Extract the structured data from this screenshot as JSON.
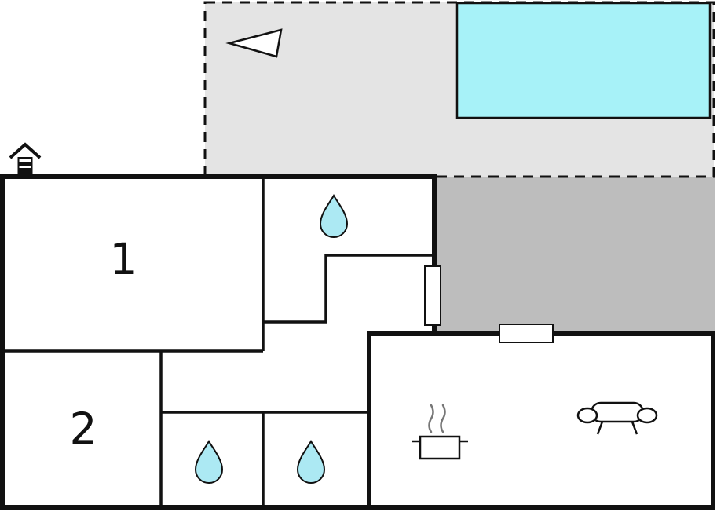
{
  "rooms": [
    {
      "label": "1",
      "name": "room-1"
    },
    {
      "label": "2",
      "name": "room-2"
    }
  ],
  "colors": {
    "pool": "#a7f2f8",
    "drop": "#ace9f3",
    "terrace_light": "#e4e4e4",
    "terrace_dark": "#bdbdbd",
    "wall": "#111111",
    "background": "#ffffff",
    "steam": "#777777"
  },
  "icons": {
    "north_arrow": "left-pointing-triangle",
    "pool": "swimming-pool",
    "water_drop": "water-drop-bathroom",
    "stove": "cooking-pot-with-steam",
    "sofa": "sofa-top-view",
    "house": "house-with-chimney",
    "door": "door-opening",
    "window": "window-opening"
  }
}
